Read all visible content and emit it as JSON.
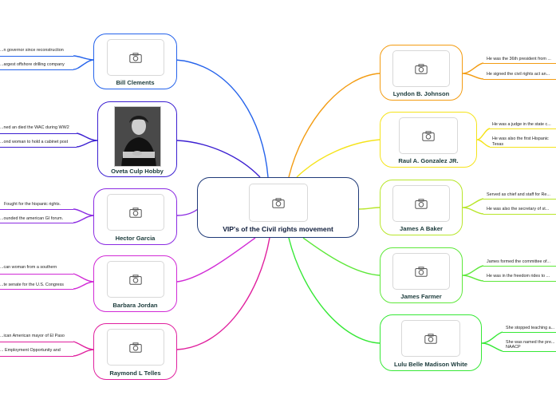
{
  "central": {
    "title": "VIP's of the Civil rights movement"
  },
  "colors": {
    "clements": "#2563eb",
    "hobby": "#3b1fd1",
    "garcia": "#8b2be2",
    "jordan": "#d12bd6",
    "telles": "#e0209e",
    "johnson": "#f39c12",
    "gonzalez": "#f5e31a",
    "baker": "#b8e62a",
    "farmer": "#5ee83a",
    "white": "#36e836"
  },
  "left_nodes": [
    {
      "name": "Bill Clements",
      "facts": [
        "...n governor since reconstruction",
        "...argest offshore drilling company"
      ]
    },
    {
      "name": "Oveta Culp Hobby",
      "facts": [
        "...ned an died the WAC during WW2",
        "...ond woman to hold a cabinet post"
      ]
    },
    {
      "name": "Hector Garcia",
      "facts": [
        "Fought for the hispanic rights.",
        "...ounded the american GI forum."
      ]
    },
    {
      "name": "Barbara Jordan",
      "facts": [
        "...can woman from a southern",
        "...te senate for the U.S. Congress"
      ]
    },
    {
      "name": "Raymond L Telles",
      "facts": [
        "...ican American mayor of El Paso",
        "... Employment Opportunity and"
      ]
    }
  ],
  "right_nodes": [
    {
      "name": "Lyndon B. Johnson",
      "facts": [
        "He was the 36th president from ...",
        "He signed the civil rights act an..."
      ]
    },
    {
      "name": "Raul A. Gonzalez  JR.",
      "facts": [
        "He was a judge in the state c...",
        "He was also the first Hispanic",
        "Texas"
      ]
    },
    {
      "name": "James A Baker",
      "facts": [
        "Served as chief and staff for Re...",
        "He was also the secretary of st..."
      ]
    },
    {
      "name": "James Farmer",
      "facts": [
        "James formed the committee of...",
        "He was in the freedom rides to ..."
      ]
    },
    {
      "name": "Lulu Belle Madison White",
      "facts": [
        "She stopped teaching a...",
        "She was named the pre...",
        "NAACP"
      ]
    }
  ],
  "icons": {
    "image_placeholder": "camera-icon"
  }
}
